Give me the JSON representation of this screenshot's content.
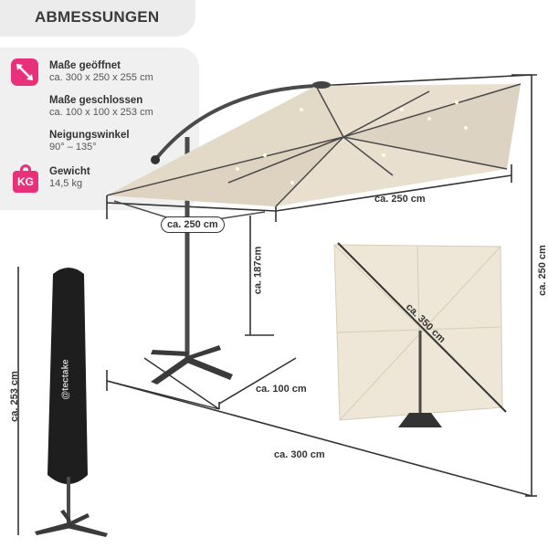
{
  "title": "ABMESSUNGEN",
  "specs": [
    {
      "label": "Maße geöffnet",
      "value": "ca. 300 x 250 x 255 cm",
      "icon": "resize-arrows-icon"
    },
    {
      "label": "Maße geschlossen",
      "value": "ca. 100 x 100 x 253 cm"
    },
    {
      "label": "Neigungswinkel",
      "value": "90° – 135°"
    },
    {
      "label": "Gewicht",
      "value": "14,5 kg",
      "icon": "weight-kg-icon"
    }
  ],
  "icon_text": "KG",
  "dimensions": {
    "canopy_width": "ca. 250 cm",
    "canopy_depth": "ca. 250 cm",
    "height_under": "ca. 187cm",
    "base": "ca. 100 cm",
    "total_height": "ca. 250 cm",
    "total_length": "ca. 300 cm",
    "diagonal": "ca. 350 cm",
    "cover_height": "ca. 253 cm"
  },
  "brand": "@tectake",
  "colors": {
    "accent": "#e8317a",
    "canopy": "#e8dfcf",
    "frame": "#4a4a4a"
  }
}
